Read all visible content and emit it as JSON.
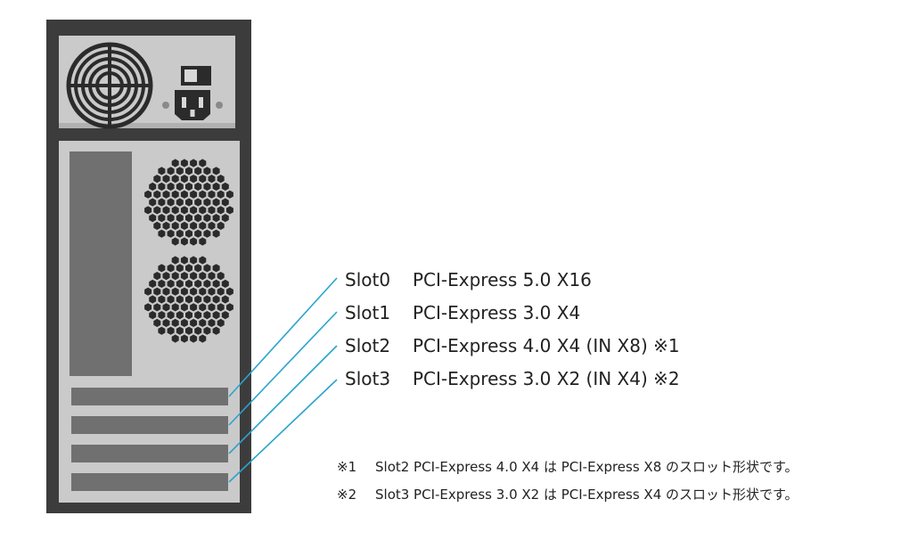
{
  "slots": [
    {
      "name": "Slot0",
      "spec": "PCI-Express 5.0 X16"
    },
    {
      "name": "Slot1",
      "spec": "PCI-Express 3.0 X4"
    },
    {
      "name": "Slot2",
      "spec": "PCI-Express 4.0 X4 (IN X8) ※1"
    },
    {
      "name": "Slot3",
      "spec": "PCI-Express 3.0 X2 (IN X4) ※2"
    }
  ],
  "notes": [
    {
      "mark": "※1",
      "text": "Slot2 PCI-Express 4.0 X4 は PCI-Express X8 のスロット形状です。"
    },
    {
      "mark": "※2",
      "text": "Slot3 PCI-Express 3.0 X2 は PCI-Express X4 のスロット形状です。"
    }
  ],
  "colors": {
    "case_outer": "#3c3c3c",
    "case_panel": "#c8c8c8",
    "dark_block": "#707070",
    "leader_line": "#2aa3cf"
  }
}
